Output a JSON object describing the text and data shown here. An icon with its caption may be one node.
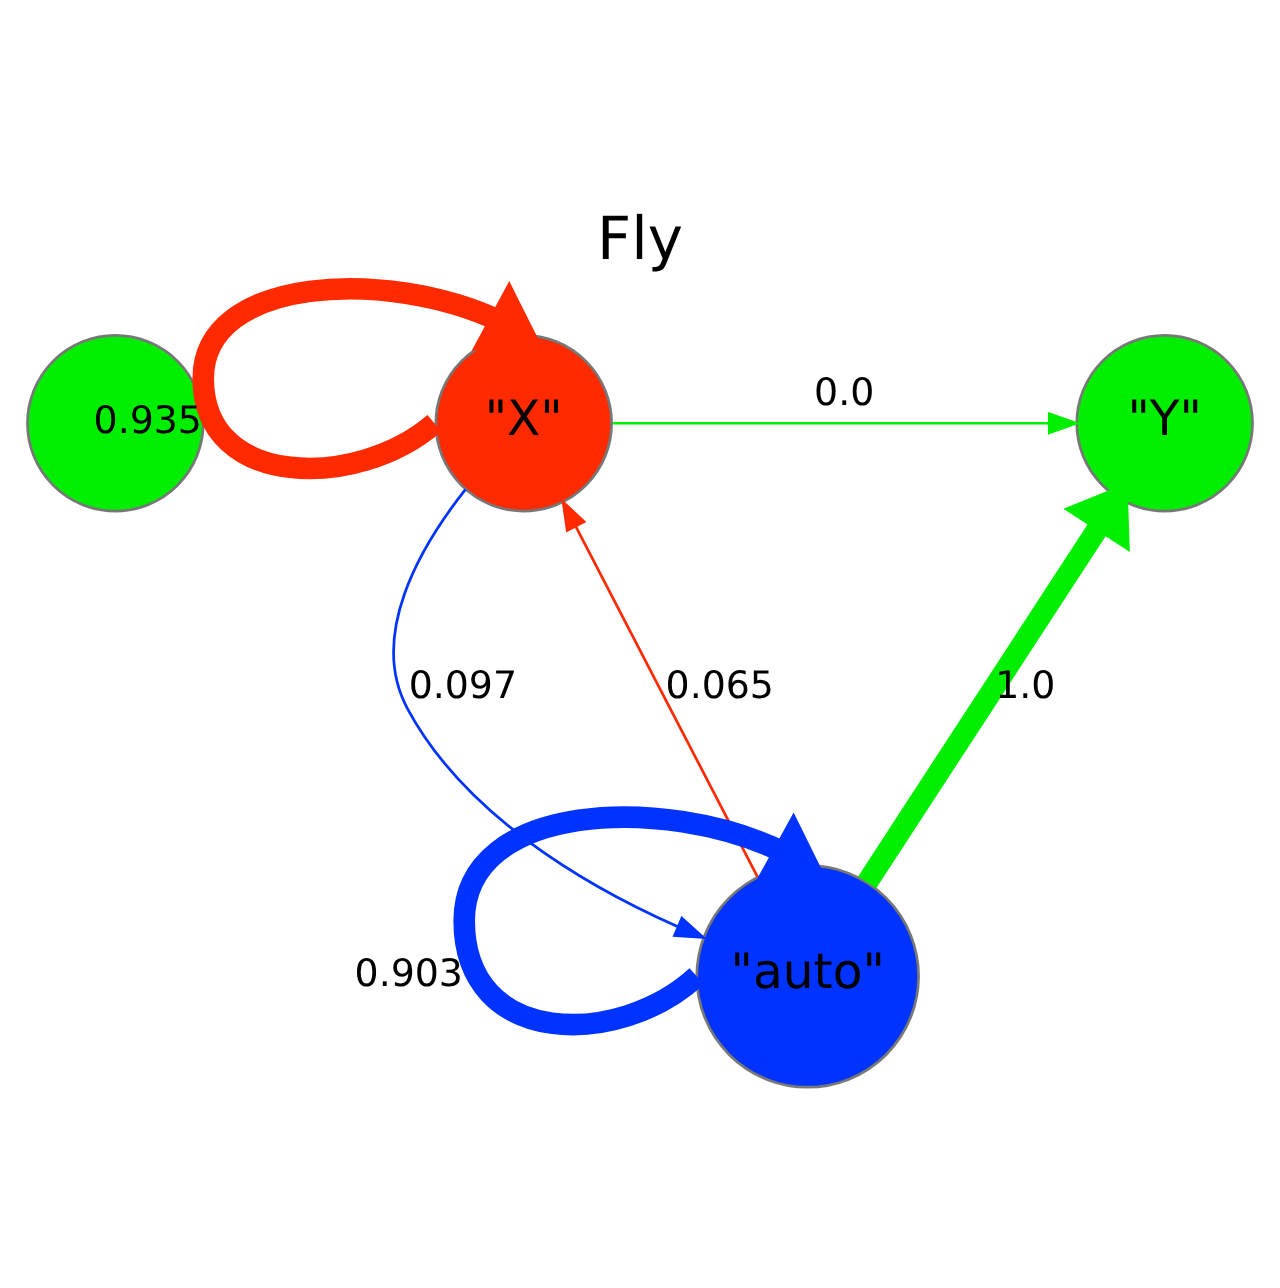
{
  "diagram": {
    "title": "Fly",
    "nodes": [
      {
        "text": [],
        "shape": "circle"
      },
      {
        "text": [
          "\"X\""
        ]
      },
      {
        "text": [
          "\"Y\""
        ]
      },
      {
        "text": [
          "\"auto\""
        ]
      }
    ],
    "edges": [
      {
        "from": 1,
        "to": 1,
        "arrow": "to",
        "label": "0.935",
        "style": "thick",
        "color": "#ff2a00"
      },
      {
        "from": 1,
        "to": 2,
        "arrow": "to",
        "label": "0.0",
        "color": "#00ee00"
      },
      {
        "from": 1,
        "to": 3,
        "arrow": "to",
        "label": "0.097",
        "color": "#0033ff"
      },
      {
        "from": 3,
        "to": 1,
        "arrow": "to",
        "label": "0.065",
        "color": "#ff2a00"
      },
      {
        "from": 3,
        "to": 3,
        "arrow": "to",
        "label": "0.903",
        "style": "thick",
        "color": "#0033ff"
      },
      {
        "from": 3,
        "to": 2,
        "arrow": "to",
        "label": "1.0",
        "style": "thick",
        "color": "#00ee00"
      }
    ]
  }
}
